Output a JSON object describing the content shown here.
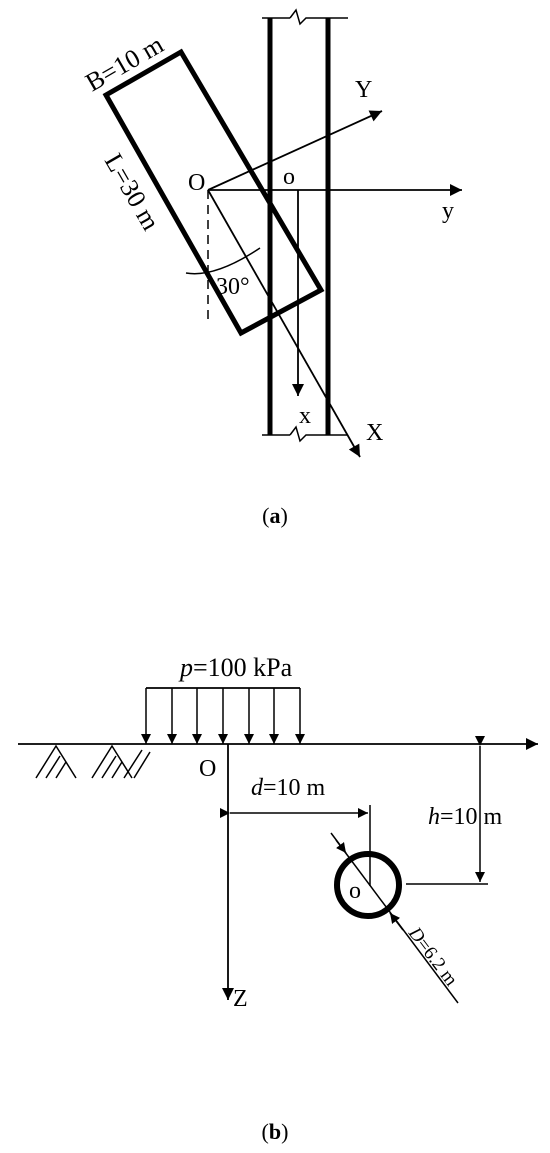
{
  "panel_a": {
    "caption_letter": "a",
    "width_label": "B=10 m",
    "length_label": "L=30 m",
    "origin_global": "O",
    "origin_local": "o",
    "axis_Y": "Y",
    "axis_y": "y",
    "axis_X": "X",
    "axis_x": "x",
    "angle_label": "30°"
  },
  "panel_b": {
    "caption_letter": "b",
    "load_label": "p=100 kPa",
    "origin_label": "O",
    "tunnel_center": "o",
    "distance_label": "d=10 m",
    "depth_label": "h=10 m",
    "diameter_label": "D=6.2 m",
    "axis_Z": "Z"
  }
}
